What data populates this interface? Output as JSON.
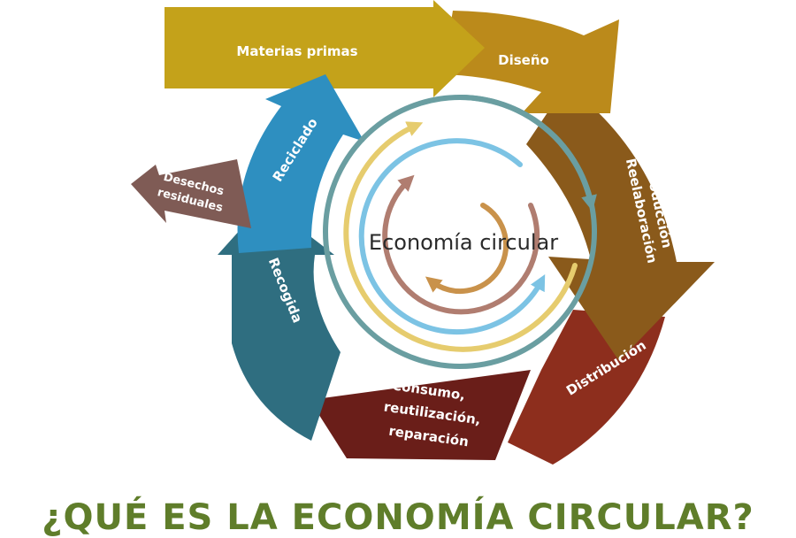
{
  "diagram": {
    "center_label": "Economía circular",
    "stages": {
      "raw_materials": "Materias primas",
      "design": "Diseño",
      "production_line1": "Producción",
      "production_line2": "Reelaboración",
      "distribution": "Distribución",
      "consumption_line1": "Consumo,",
      "consumption_line2": "reutilización,",
      "consumption_line3": "reparación",
      "collection": "Recogida",
      "recycling": "Reciclado"
    },
    "waste_line1": "Desechos",
    "waste_line2": "residuales",
    "colors": {
      "raw_materials": "#c4a21a",
      "design": "#bb8a1b",
      "production": "#8a5a1b",
      "distribution": "#8d2e1d",
      "consumption": "#6a1e19",
      "collection": "#2f6e80",
      "recycling": "#2e8fc0",
      "waste": "#7f5b55",
      "inner_teal": "#6a9ea1",
      "inner_yellow": "#e6cc6e",
      "inner_blue": "#7cc3e4",
      "inner_brown": "#b07d70",
      "inner_orange": "#c9924b"
    }
  },
  "heading": "¿QUÉ ES LA ECONOMÍA CIRCULAR?"
}
